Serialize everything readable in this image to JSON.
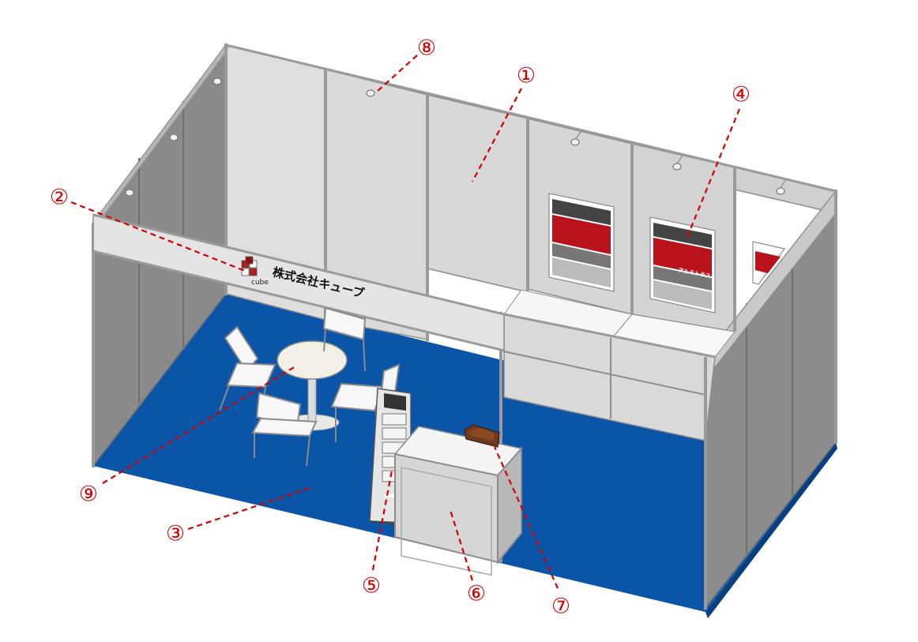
{
  "fascia": {
    "company_name": "株式会社キューブ",
    "logo_text": "cube"
  },
  "poster": {
    "headline": "アルミトラス"
  },
  "callouts": [
    {
      "id": "1",
      "label": "①"
    },
    {
      "id": "2",
      "label": "②"
    },
    {
      "id": "3",
      "label": "③"
    },
    {
      "id": "4",
      "label": "④"
    },
    {
      "id": "5",
      "label": "⑤"
    },
    {
      "id": "6",
      "label": "⑥"
    },
    {
      "id": "7",
      "label": "⑦"
    },
    {
      "id": "8",
      "label": "⑧"
    },
    {
      "id": "9",
      "label": "⑨"
    }
  ],
  "colors": {
    "carpet": "#0a55a8",
    "panel": "#dcdcdc",
    "side_panel": "#8a8a8a",
    "frame": "#9a9a9a",
    "callout": "#d40000"
  }
}
